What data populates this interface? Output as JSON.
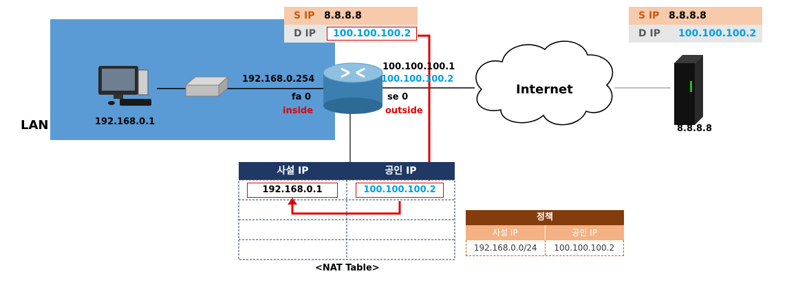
{
  "lan": {
    "label": "LAN",
    "pc_ip": "192.168.0.1"
  },
  "router": {
    "inside_ip": "192.168.0.254",
    "inside_if": "fa 0",
    "inside_label": "inside",
    "outside_ip_orig": "100.100.100.1",
    "outside_ip_nat": "100.100.100.2",
    "outside_if": "se 0",
    "outside_label": "outside"
  },
  "internet": {
    "label": "Internet"
  },
  "server": {
    "ip": "8.8.8.8"
  },
  "packet_left": {
    "s_key": "S IP",
    "s_val": "8.8.8.8",
    "d_key": "D IP",
    "d_val": "100.100.100.2"
  },
  "packet_right": {
    "s_key": "S IP",
    "s_val": "8.8.8.8",
    "d_key": "D IP",
    "d_val": "100.100.100.2"
  },
  "nat_table": {
    "headers": [
      "사설 IP",
      "공인 IP"
    ],
    "rows": [
      [
        "192.168.0.1",
        "100.100.100.2"
      ]
    ],
    "caption": "<NAT Table>"
  },
  "policy": {
    "title": "정책",
    "headers": [
      "사설 IP",
      "공인 IP"
    ],
    "row": [
      "192.168.0.0/24",
      "100.100.100.2"
    ]
  },
  "colors": {
    "lan_bg": "#5b9bd5",
    "red": "#e00000",
    "cyan": "#00a0e0",
    "nat_header": "#1f3864",
    "policy_title": "#843c0c",
    "policy_header": "#f4b183"
  }
}
